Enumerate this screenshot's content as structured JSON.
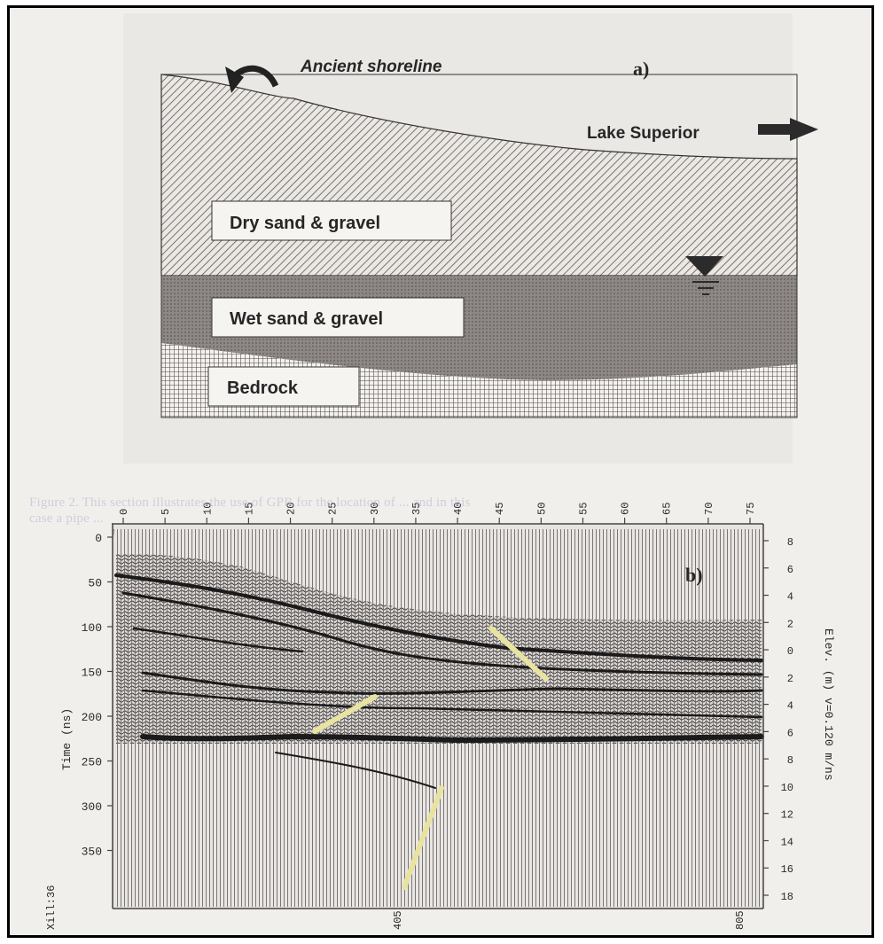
{
  "panel_a": {
    "label": "a)",
    "ancient_shoreline": "Ancient shoreline",
    "lake_superior": "Lake Superior",
    "layers": {
      "dry": "Dry sand & gravel",
      "wet": "Wet sand & gravel",
      "bedrock": "Bedrock"
    }
  },
  "caption_ghost": {
    "line1": "Figure 2. This section illustrates the use of GPR for the location of ... and in this",
    "line2": "case a pipe ..."
  },
  "panel_b": {
    "label": "b)",
    "top_axis_ticks": [
      "0",
      "5",
      "10",
      "15",
      "20",
      "25",
      "30",
      "35",
      "40",
      "45",
      "50",
      "55",
      "60",
      "65",
      "70",
      "75"
    ],
    "left_axis_label": "Time (ns)",
    "left_axis_ticks": [
      "0",
      "50",
      "100",
      "150",
      "200",
      "250",
      "300",
      "350"
    ],
    "right_axis_label": "Elev. (m) v=0.120 m/ns",
    "right_axis_ticks": [
      "8",
      "6",
      "4",
      "2",
      "0",
      "2",
      "4",
      "6",
      "8",
      "10",
      "12",
      "14",
      "16",
      "18"
    ],
    "bottom_marks": [
      "405",
      "805"
    ],
    "corner_label": "Xill:36"
  },
  "colors": {
    "frame": "#000000",
    "paper": "#f1efec",
    "ink": "#2a2a2a",
    "highlight": "#e8e3a0"
  }
}
